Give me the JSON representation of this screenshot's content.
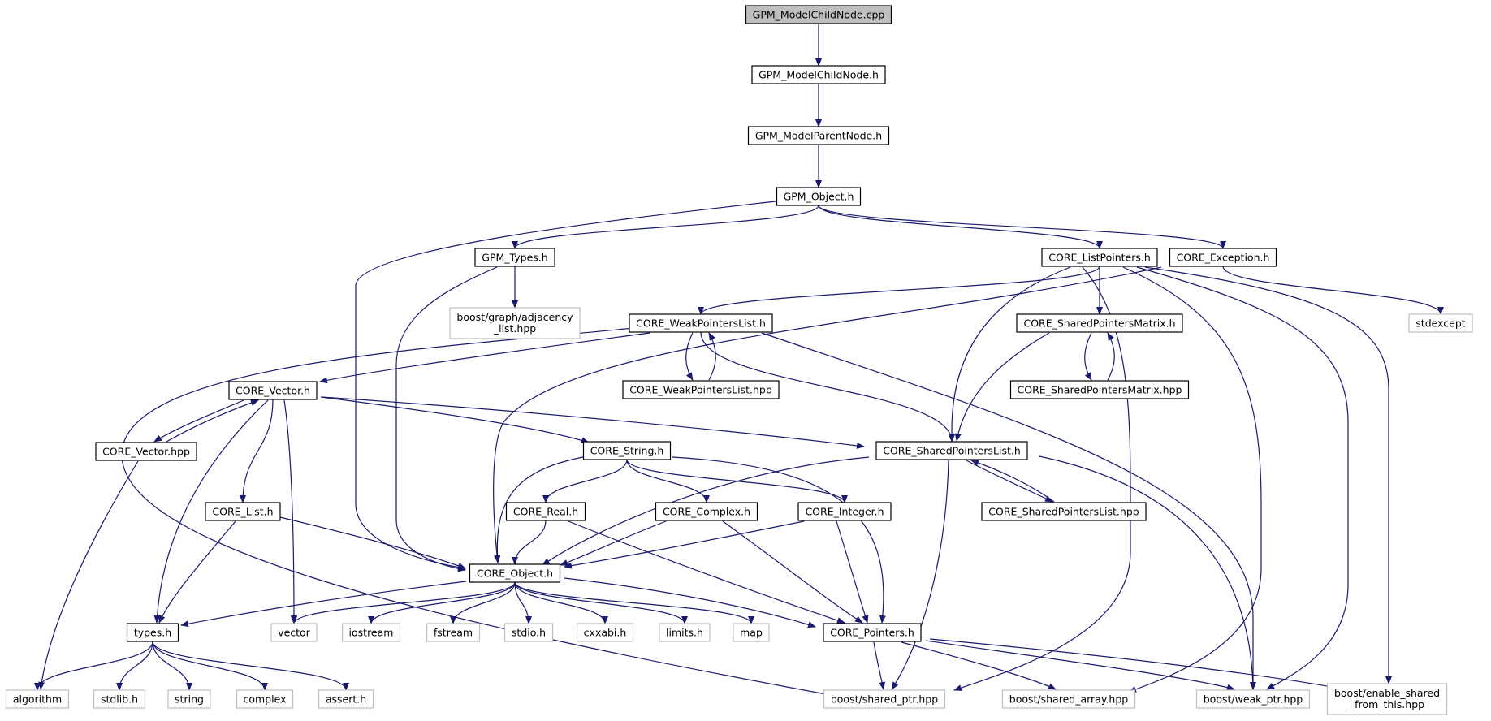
{
  "graph": {
    "colors": {
      "edge": "#191970",
      "root_fill": "#bfbfbf",
      "header_border": "#000000",
      "system_border": "#bfbfbf",
      "background": "#ffffff"
    },
    "nodes": [
      {
        "id": "gpm_modelchildnode_cpp",
        "label": "GPM_ModelChildNode.cpp",
        "kind": "root"
      },
      {
        "id": "gpm_modelchildnode_h",
        "label": "GPM_ModelChildNode.h",
        "kind": "header"
      },
      {
        "id": "gpm_modelparentnode_h",
        "label": "GPM_ModelParentNode.h",
        "kind": "header"
      },
      {
        "id": "gpm_object_h",
        "label": "GPM_Object.h",
        "kind": "header"
      },
      {
        "id": "gpm_types_h",
        "label": "GPM_Types.h",
        "kind": "header"
      },
      {
        "id": "core_listpointers_h",
        "label": "CORE_ListPointers.h",
        "kind": "header"
      },
      {
        "id": "core_exception_h",
        "label": "CORE_Exception.h",
        "kind": "header"
      },
      {
        "id": "boost_adjacency_list",
        "label": "boost/graph/adjacency\n_list.hpp",
        "kind": "system"
      },
      {
        "id": "stdexcept",
        "label": "stdexcept",
        "kind": "system"
      },
      {
        "id": "core_weakpointerslist_h",
        "label": "CORE_WeakPointersList.h",
        "kind": "header"
      },
      {
        "id": "core_sharedpointersmatrix_h",
        "label": "CORE_SharedPointersMatrix.h",
        "kind": "header"
      },
      {
        "id": "core_weakpointerslist_hpp",
        "label": "CORE_WeakPointersList.hpp",
        "kind": "header"
      },
      {
        "id": "core_sharedpointersmatrix_hpp",
        "label": "CORE_SharedPointersMatrix.hpp",
        "kind": "header"
      },
      {
        "id": "core_vector_h",
        "label": "CORE_Vector.h",
        "kind": "header"
      },
      {
        "id": "core_vector_hpp",
        "label": "CORE_Vector.hpp",
        "kind": "header"
      },
      {
        "id": "core_string_h",
        "label": "CORE_String.h",
        "kind": "header"
      },
      {
        "id": "core_sharedpointerslist_h",
        "label": "CORE_SharedPointersList.h",
        "kind": "header"
      },
      {
        "id": "core_list_h",
        "label": "CORE_List.h",
        "kind": "header"
      },
      {
        "id": "core_real_h",
        "label": "CORE_Real.h",
        "kind": "header"
      },
      {
        "id": "core_complex_h",
        "label": "CORE_Complex.h",
        "kind": "header"
      },
      {
        "id": "core_integer_h",
        "label": "CORE_Integer.h",
        "kind": "header"
      },
      {
        "id": "core_sharedpointerslist_hpp",
        "label": "CORE_SharedPointersList.hpp",
        "kind": "header"
      },
      {
        "id": "core_object_h",
        "label": "CORE_Object.h",
        "kind": "header"
      },
      {
        "id": "types_h",
        "label": "types.h",
        "kind": "header"
      },
      {
        "id": "vector",
        "label": "vector",
        "kind": "system"
      },
      {
        "id": "iostream",
        "label": "iostream",
        "kind": "system"
      },
      {
        "id": "fstream",
        "label": "fstream",
        "kind": "system"
      },
      {
        "id": "stdio_h",
        "label": "stdio.h",
        "kind": "system"
      },
      {
        "id": "cxxabi_h",
        "label": "cxxabi.h",
        "kind": "system"
      },
      {
        "id": "limits_h",
        "label": "limits.h",
        "kind": "system"
      },
      {
        "id": "map",
        "label": "map",
        "kind": "system"
      },
      {
        "id": "core_pointers_h",
        "label": "CORE_Pointers.h",
        "kind": "header"
      },
      {
        "id": "algorithm",
        "label": "algorithm",
        "kind": "system"
      },
      {
        "id": "stdlib_h",
        "label": "stdlib.h",
        "kind": "system"
      },
      {
        "id": "string",
        "label": "string",
        "kind": "system"
      },
      {
        "id": "complex",
        "label": "complex",
        "kind": "system"
      },
      {
        "id": "assert_h",
        "label": "assert.h",
        "kind": "system"
      },
      {
        "id": "boost_shared_ptr",
        "label": "boost/shared_ptr.hpp",
        "kind": "system"
      },
      {
        "id": "boost_shared_array",
        "label": "boost/shared_array.hpp",
        "kind": "system"
      },
      {
        "id": "boost_weak_ptr",
        "label": "boost/weak_ptr.hpp",
        "kind": "system"
      },
      {
        "id": "boost_enable_shared",
        "label": "boost/enable_shared\n_from_this.hpp",
        "kind": "system"
      }
    ],
    "edges": [
      [
        "gpm_modelchildnode_cpp",
        "gpm_modelchildnode_h"
      ],
      [
        "gpm_modelchildnode_h",
        "gpm_modelparentnode_h"
      ],
      [
        "gpm_modelparentnode_h",
        "gpm_object_h"
      ],
      [
        "gpm_object_h",
        "gpm_types_h"
      ],
      [
        "gpm_object_h",
        "core_listpointers_h"
      ],
      [
        "gpm_object_h",
        "core_exception_h"
      ],
      [
        "gpm_object_h",
        "core_object_h"
      ],
      [
        "gpm_types_h",
        "boost_adjacency_list"
      ],
      [
        "gpm_types_h",
        "core_object_h"
      ],
      [
        "core_listpointers_h",
        "core_weakpointerslist_h"
      ],
      [
        "core_listpointers_h",
        "core_sharedpointersmatrix_h"
      ],
      [
        "core_listpointers_h",
        "core_sharedpointerslist_h"
      ],
      [
        "core_listpointers_h",
        "boost_shared_ptr"
      ],
      [
        "core_listpointers_h",
        "boost_shared_array"
      ],
      [
        "core_listpointers_h",
        "boost_weak_ptr"
      ],
      [
        "core_listpointers_h",
        "boost_enable_shared"
      ],
      [
        "core_exception_h",
        "stdexcept"
      ],
      [
        "core_exception_h",
        "core_object_h"
      ],
      [
        "core_weakpointerslist_h",
        "core_weakpointerslist_hpp"
      ],
      [
        "core_weakpointerslist_hpp",
        "core_weakpointerslist_h"
      ],
      [
        "core_weakpointerslist_h",
        "core_vector_h"
      ],
      [
        "core_weakpointerslist_h",
        "core_sharedpointerslist_h"
      ],
      [
        "core_weakpointerslist_h",
        "boost_weak_ptr"
      ],
      [
        "core_weakpointerslist_h",
        "boost_shared_ptr"
      ],
      [
        "core_sharedpointersmatrix_h",
        "core_sharedpointersmatrix_hpp"
      ],
      [
        "core_sharedpointersmatrix_hpp",
        "core_sharedpointersmatrix_h"
      ],
      [
        "core_sharedpointersmatrix_h",
        "core_sharedpointerslist_h"
      ],
      [
        "core_vector_h",
        "core_vector_hpp"
      ],
      [
        "core_vector_hpp",
        "core_vector_h"
      ],
      [
        "core_vector_h",
        "core_string_h"
      ],
      [
        "core_vector_h",
        "core_sharedpointerslist_h"
      ],
      [
        "core_vector_h",
        "core_list_h"
      ],
      [
        "core_vector_h",
        "types_h"
      ],
      [
        "core_vector_h",
        "vector"
      ],
      [
        "core_vector_hpp",
        "algorithm"
      ],
      [
        "core_string_h",
        "core_real_h"
      ],
      [
        "core_string_h",
        "core_complex_h"
      ],
      [
        "core_string_h",
        "core_integer_h"
      ],
      [
        "core_string_h",
        "core_object_h"
      ],
      [
        "core_string_h",
        "core_pointers_h"
      ],
      [
        "core_sharedpointerslist_h",
        "core_sharedpointerslist_hpp"
      ],
      [
        "core_sharedpointerslist_hpp",
        "core_sharedpointerslist_h"
      ],
      [
        "core_sharedpointerslist_h",
        "core_object_h"
      ],
      [
        "core_sharedpointerslist_h",
        "boost_shared_ptr"
      ],
      [
        "core_sharedpointerslist_h",
        "boost_weak_ptr"
      ],
      [
        "core_list_h",
        "core_object_h"
      ],
      [
        "core_list_h",
        "types_h"
      ],
      [
        "core_real_h",
        "core_object_h"
      ],
      [
        "core_real_h",
        "core_pointers_h"
      ],
      [
        "core_complex_h",
        "core_object_h"
      ],
      [
        "core_complex_h",
        "core_pointers_h"
      ],
      [
        "core_integer_h",
        "core_object_h"
      ],
      [
        "core_integer_h",
        "core_pointers_h"
      ],
      [
        "core_object_h",
        "types_h"
      ],
      [
        "core_object_h",
        "vector"
      ],
      [
        "core_object_h",
        "iostream"
      ],
      [
        "core_object_h",
        "fstream"
      ],
      [
        "core_object_h",
        "stdio_h"
      ],
      [
        "core_object_h",
        "cxxabi_h"
      ],
      [
        "core_object_h",
        "limits_h"
      ],
      [
        "core_object_h",
        "map"
      ],
      [
        "core_object_h",
        "core_pointers_h"
      ],
      [
        "types_h",
        "algorithm"
      ],
      [
        "types_h",
        "stdlib_h"
      ],
      [
        "types_h",
        "string"
      ],
      [
        "types_h",
        "complex"
      ],
      [
        "types_h",
        "assert_h"
      ],
      [
        "core_pointers_h",
        "boost_shared_ptr"
      ],
      [
        "core_pointers_h",
        "boost_shared_array"
      ],
      [
        "core_pointers_h",
        "boost_weak_ptr"
      ],
      [
        "core_pointers_h",
        "boost_enable_shared"
      ]
    ]
  }
}
